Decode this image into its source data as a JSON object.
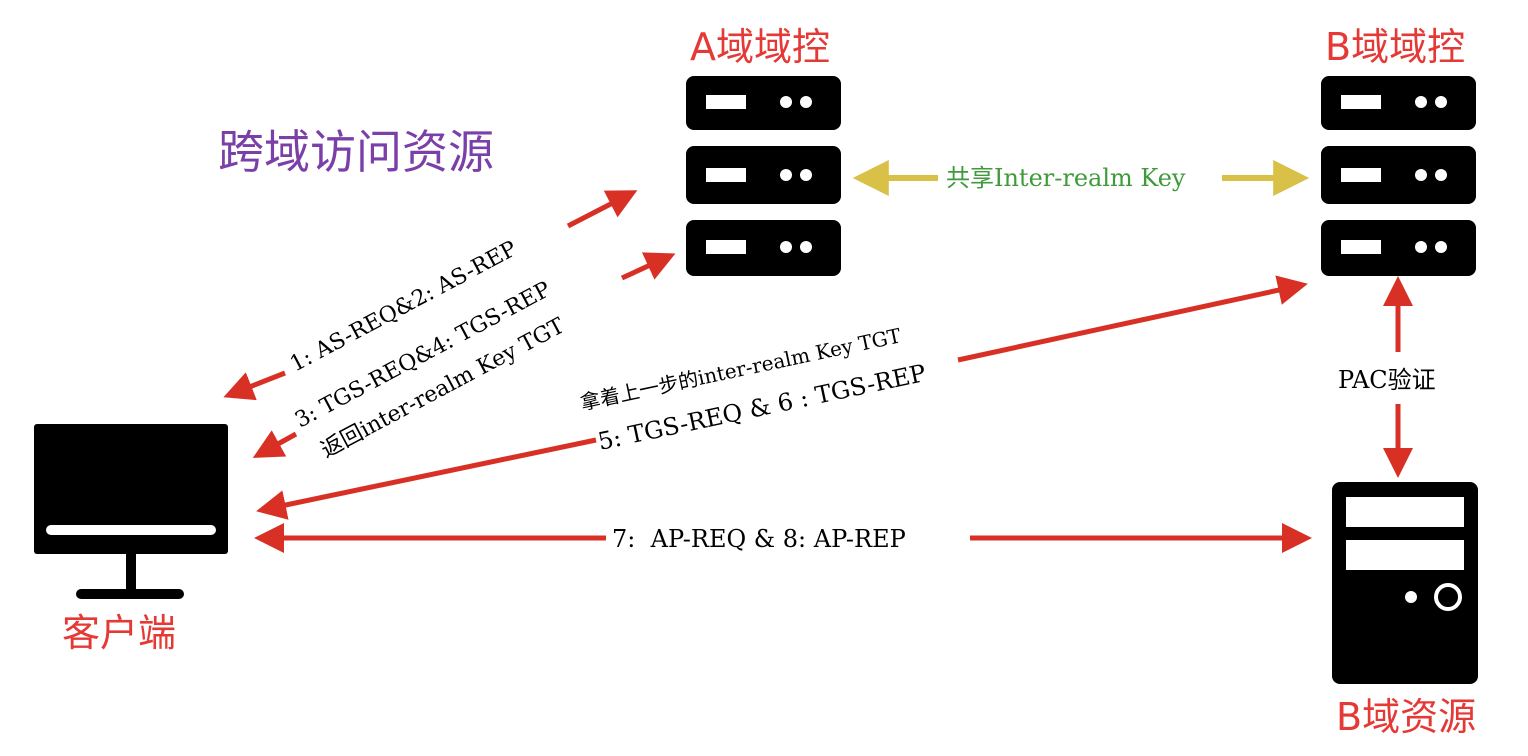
{
  "title": "跨域访问资源",
  "nodes": {
    "client": "客户端",
    "a_dc": "A域域控",
    "b_dc": "B域域控",
    "b_resource": "B域资源"
  },
  "edges": {
    "shared_key": "共享Inter-realm Key",
    "as_exchange": "1: AS-REQ&2: AS-REP",
    "tgs_exchange_a": "3: TGS-REQ&4: TGS-REP",
    "tgs_exchange_a_note": "返回inter-realm Key TGT",
    "tgs_exchange_b_note": "拿着上一步的inter-realm Key TGT",
    "tgs_exchange_b": "5: TGS-REQ & 6 : TGS-REP",
    "pac_verify": "PAC验证",
    "ap_exchange": "7:  AP-REQ & 8: AP-REP"
  },
  "colors": {
    "title": "#7b3fa8",
    "node_label": "#e53935",
    "arrow_red": "#d93025",
    "arrow_yellow": "#d9c046",
    "shared_key_text": "#3f9a3a",
    "icon": "#000000"
  },
  "icons": {
    "server": "server-rack-icon",
    "client": "monitor-icon",
    "resource": "tower-pc-icon"
  }
}
